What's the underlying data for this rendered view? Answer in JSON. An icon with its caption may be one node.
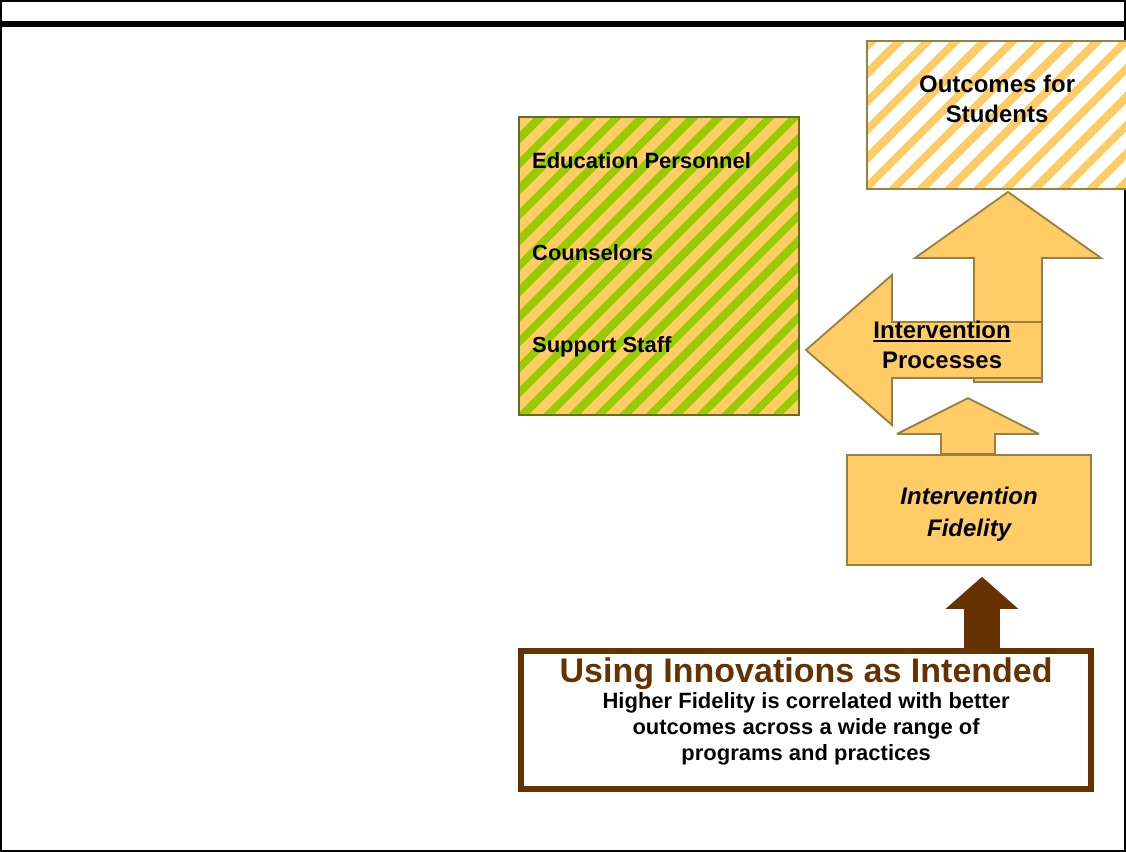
{
  "diagram": {
    "nodes": [
      {
        "text": [
          "Outcomes for Students"
        ]
      },
      {
        "text": [
          "Education Personnel",
          "Counselors",
          "Support Staff"
        ]
      },
      {
        "text": [
          "Intervention Processes"
        ]
      },
      {
        "text": [
          "Intervention Fidelity"
        ]
      },
      {
        "text": [
          "Using Innovations as Intended",
          "Higher Fidelity is correlated with better outcomes across a wide range of programs and practices"
        ]
      }
    ],
    "edges": [
      {
        "from": 2,
        "to": 0,
        "arrow": "to",
        "style": "thick"
      },
      {
        "from": 2,
        "to": 1,
        "arrow": "to",
        "style": "thick"
      },
      {
        "from": 3,
        "to": 2,
        "arrow": "to",
        "style": "thick"
      },
      {
        "from": 4,
        "to": 3,
        "arrow": "to",
        "style": "thick",
        "color": "#663300"
      }
    ]
  }
}
